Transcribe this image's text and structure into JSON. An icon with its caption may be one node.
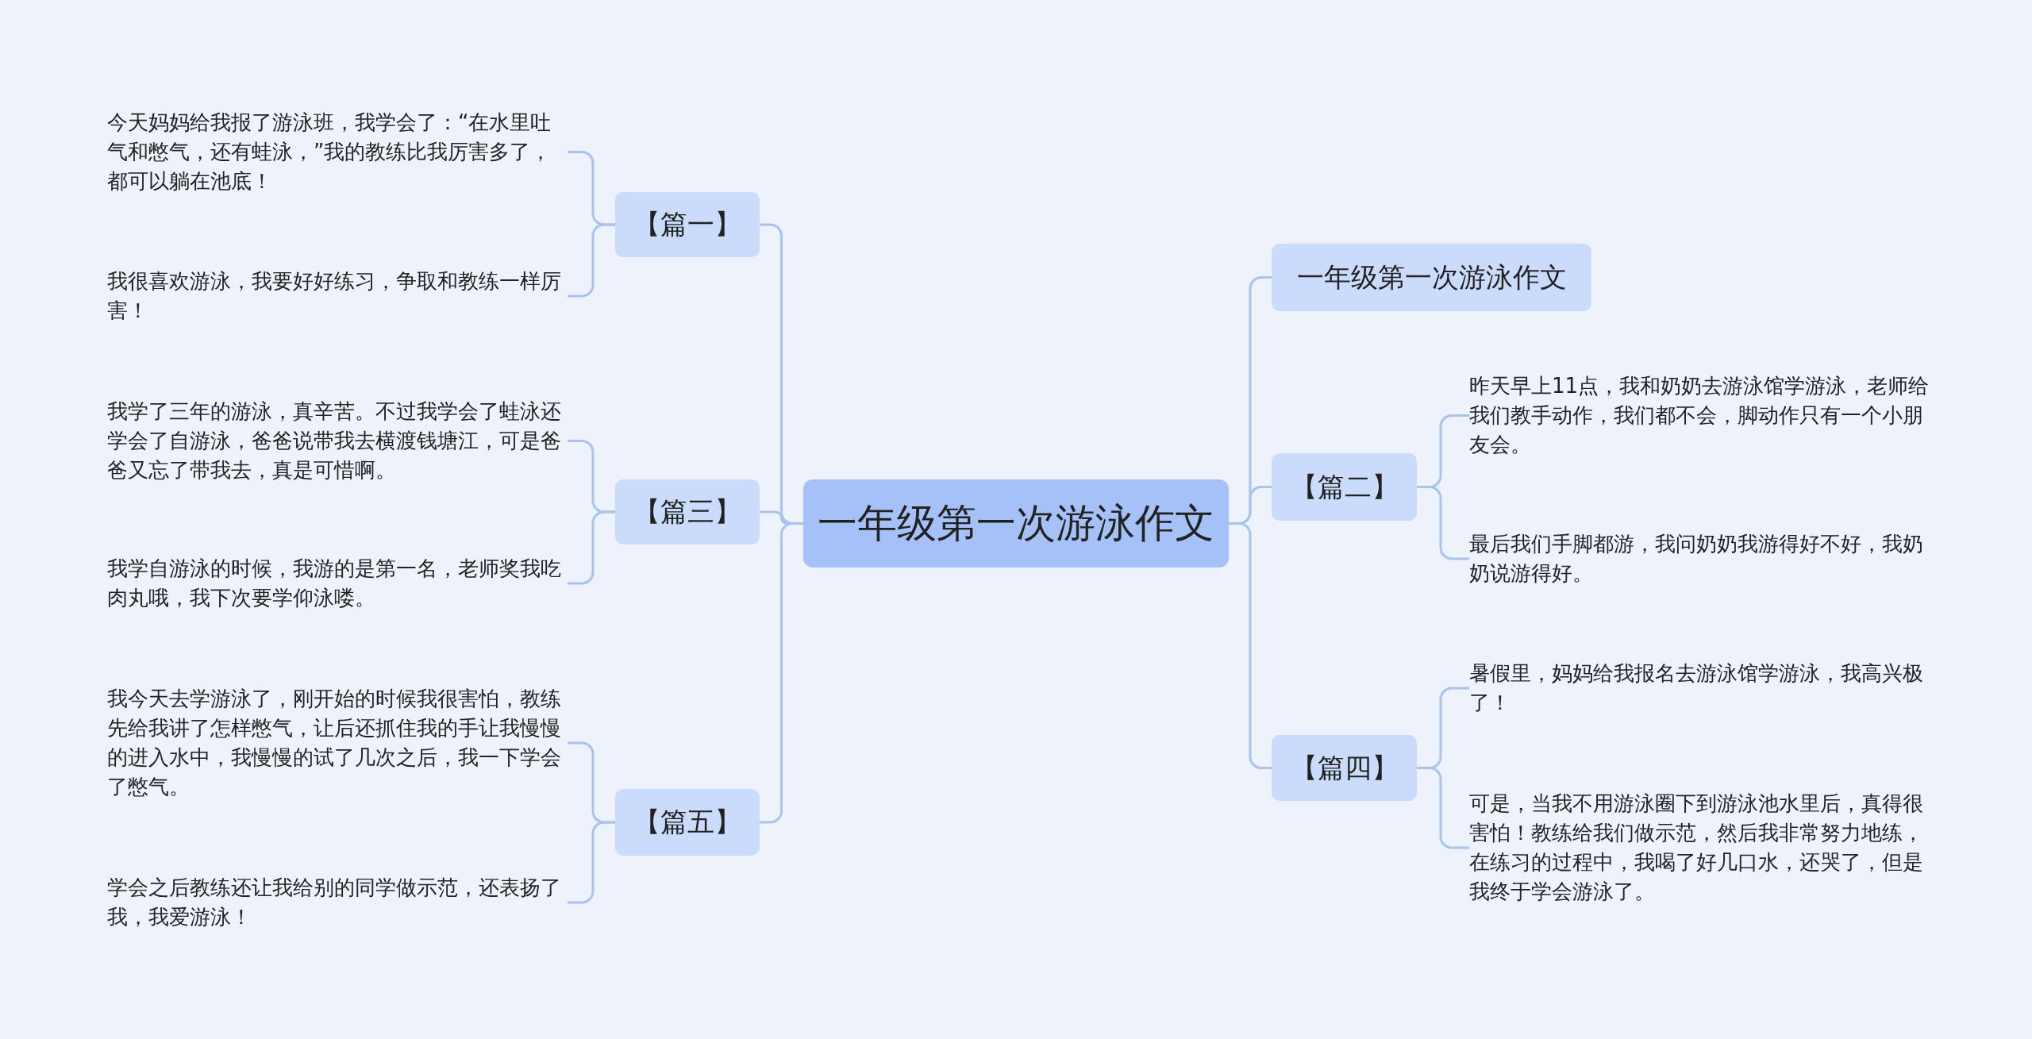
{
  "diagram": {
    "nodes": [
      {
        "text": [
          "一年级第一次游泳作文"
        ]
      },
      {
        "text": [
          "【篇一】"
        ]
      },
      {
        "text": [
          "今天妈妈给我报了游泳班，我学会了：“在水里吐气和憋气，还有蛙泳，”我的教练比我厉害多了，都可以躺在池底！"
        ]
      },
      {
        "text": [
          "我很喜欢游泳，我要好好练习，争取和教练一样厉害！"
        ]
      },
      {
        "text": [
          "【篇三】"
        ]
      },
      {
        "text": [
          "我学了三年的游泳，真辛苦。不过我学会了蛙泳还学会了自游泳，爸爸说带我去横渡钱塘江，可是爸爸又忘了带我去，真是可惜啊。"
        ]
      },
      {
        "text": [
          "我学自游泳的时候，我游的是第一名，老师奖我吃肉丸哦，我下次要学仰泳喽。"
        ]
      },
      {
        "text": [
          "【篇五】"
        ]
      },
      {
        "text": [
          "我今天去学游泳了，刚开始的时候我很害怕，教练先给我讲了怎样憋气，让后还抓住我的手让我慢慢的进入水中，我慢慢的试了几次之后，我一下学会了憋气。"
        ]
      },
      {
        "text": [
          "学会之后教练还让我给别的同学做示范，还表扬了我，我爱游泳！"
        ]
      },
      {
        "text": [
          "一年级第一次游泳作文"
        ]
      },
      {
        "text": [
          "【篇二】"
        ]
      },
      {
        "text": [
          "昨天早上11点，我和奶奶去游泳馆学游泳，老师给我们教手动作，我们都不会，脚动作只有一个小朋友会。"
        ]
      },
      {
        "text": [
          "最后我们手脚都游，我问奶奶我游得好不好，我奶奶说游得好。"
        ]
      },
      {
        "text": [
          "【篇四】"
        ]
      },
      {
        "text": [
          "暑假里，妈妈给我报名去游泳馆学游泳，我高兴极了！"
        ]
      },
      {
        "text": [
          "可是，当我不用游泳圈下到游泳池水里后，真得很害怕！教练给我们做示范，然后我非常努力地练，在练习的过程中，我喝了好几口水，还哭了，但是我终于学会游泳了。"
        ]
      }
    ],
    "edges": [
      {
        "from": 0,
        "to": 1,
        "arrow": "none"
      },
      {
        "from": 1,
        "to": 2,
        "arrow": "none"
      },
      {
        "from": 1,
        "to": 3,
        "arrow": "none"
      },
      {
        "from": 0,
        "to": 4,
        "arrow": "none"
      },
      {
        "from": 4,
        "to": 5,
        "arrow": "none"
      },
      {
        "from": 4,
        "to": 6,
        "arrow": "none"
      },
      {
        "from": 0,
        "to": 7,
        "arrow": "none"
      },
      {
        "from": 7,
        "to": 8,
        "arrow": "none"
      },
      {
        "from": 7,
        "to": 9,
        "arrow": "none"
      },
      {
        "from": 0,
        "to": 10,
        "arrow": "none"
      },
      {
        "from": 0,
        "to": 11,
        "arrow": "none"
      },
      {
        "from": 11,
        "to": 12,
        "arrow": "none"
      },
      {
        "from": 11,
        "to": 13,
        "arrow": "none"
      },
      {
        "from": 0,
        "to": 14,
        "arrow": "none"
      },
      {
        "from": 14,
        "to": 15,
        "arrow": "none"
      },
      {
        "from": 14,
        "to": 16,
        "arrow": "none"
      }
    ]
  }
}
